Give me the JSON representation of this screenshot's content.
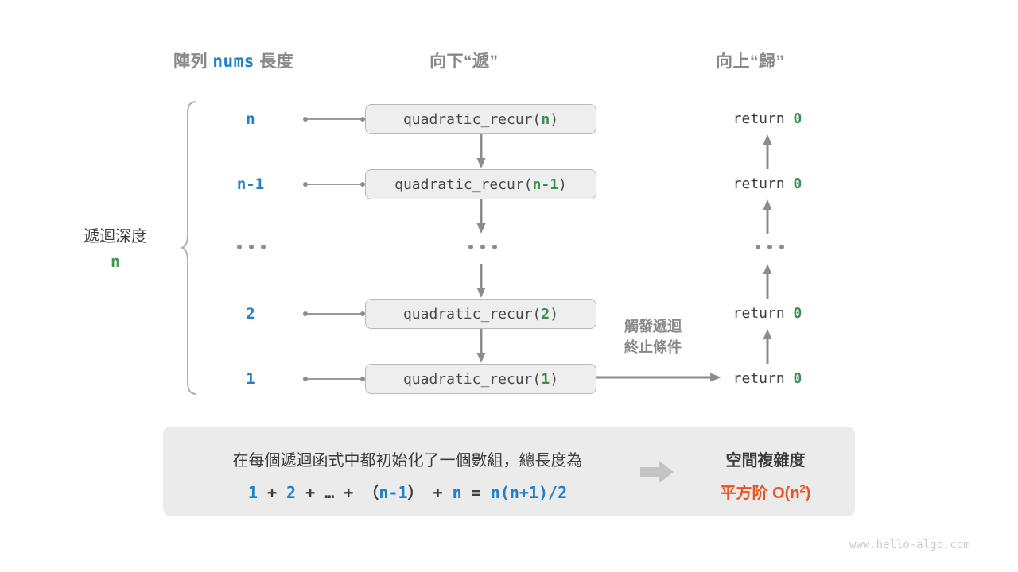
{
  "headers": {
    "left": {
      "prefix": "陣列 ",
      "code": "nums",
      "suffix": " 長度"
    },
    "down": "向下“遞”",
    "up": "向上“歸”"
  },
  "depth_bracket": {
    "label": "遞迴深度",
    "value": "n"
  },
  "rows": [
    {
      "depth": "n",
      "call_prefix": "quadratic_recur(",
      "arg": "n",
      "call_suffix": ")",
      "ret_prefix": "return ",
      "ret_value": "0"
    },
    {
      "depth": "n-1",
      "call_prefix": "quadratic_recur(",
      "arg": "n-1",
      "call_suffix": ")",
      "ret_prefix": "return ",
      "ret_value": "0"
    },
    {
      "depth": "...",
      "call_prefix": "...",
      "arg": "",
      "call_suffix": "",
      "ret_prefix": "...",
      "ret_value": ""
    },
    {
      "depth": "2",
      "call_prefix": "quadratic_recur(",
      "arg": "2",
      "call_suffix": ")",
      "ret_prefix": "return ",
      "ret_value": "0"
    },
    {
      "depth": "1",
      "call_prefix": "quadratic_recur(",
      "arg": "1",
      "call_suffix": ")",
      "ret_prefix": "return ",
      "ret_value": "0"
    }
  ],
  "trigger_note": {
    "line1": "觸發遞迴",
    "line2": "終止條件"
  },
  "summary": {
    "text": "在每個遞迴函式中都初始化了一個數組，總長度為",
    "formula": {
      "t1": "1",
      "op1": " + ",
      "t2": "2",
      "op2": " + ",
      "t3": "…",
      "op3": " + ",
      "p1": "（",
      "t4": "n-1",
      "p2": "）",
      "op4": " + ",
      "t5": "n",
      "eq": " = ",
      "t6": "n(n+1)/2"
    },
    "complexity_title": "空間複雜度",
    "complexity_value_prefix": "平方阶  ",
    "complexity_value_big_o": "O(n",
    "complexity_value_exp": "2",
    "complexity_value_close": ")"
  },
  "watermark": "www.hello-algo.com",
  "colors": {
    "blue": "#2080c8",
    "green": "#3a8f4d",
    "orange": "#e8541f",
    "gray_text": "#3c3c3c",
    "gray_muted": "#898989",
    "box_fill": "#eeeeee",
    "box_border": "#b8b8b8",
    "panel_fill": "#ebebeb",
    "arrow": "#8c8c8c"
  }
}
